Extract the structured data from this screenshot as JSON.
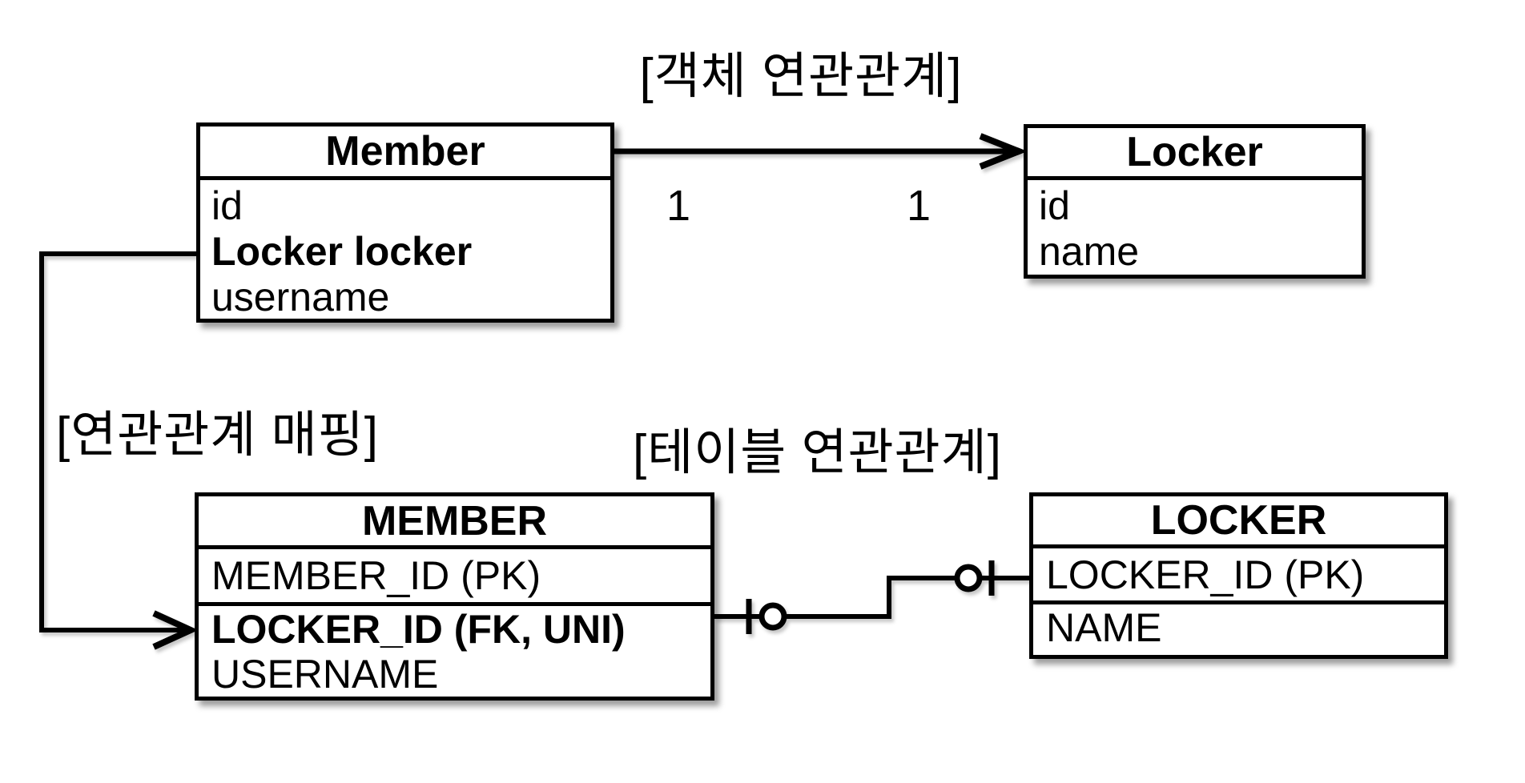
{
  "object_section": {
    "title": "[객체 연관관계]",
    "member": {
      "name": "Member",
      "fields": [
        "id",
        "Locker locker",
        "username"
      ]
    },
    "locker": {
      "name": "Locker",
      "fields": [
        "id",
        "name"
      ]
    },
    "multiplicity_source": "1",
    "multiplicity_target": "1"
  },
  "mapping_section": {
    "title": "[연관관계 매핑]"
  },
  "table_section": {
    "title": "[테이블 연관관계]",
    "member": {
      "name": "MEMBER",
      "columns": [
        "MEMBER_ID (PK)",
        "LOCKER_ID (FK, UNI)",
        "USERNAME"
      ]
    },
    "locker": {
      "name": "LOCKER",
      "columns": [
        "LOCKER_ID (PK)",
        "NAME"
      ]
    }
  },
  "colors": {
    "stroke": "#000000",
    "background": "#ffffff"
  }
}
